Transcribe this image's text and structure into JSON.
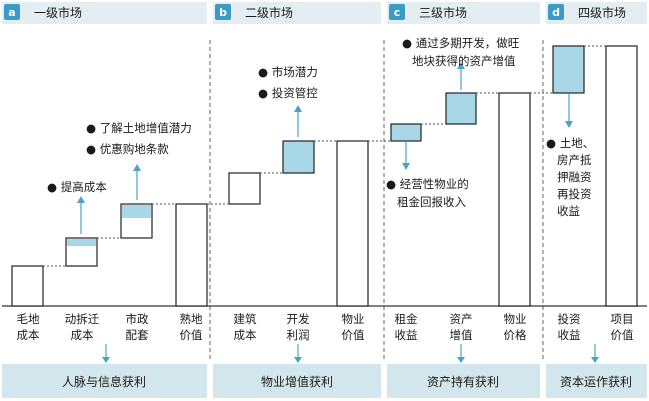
{
  "colors": {
    "header_bg": "#e3edf2",
    "band_bg": "#d3e6ec",
    "badge": "#3a9cc6",
    "accent": "#a8d8e8",
    "arrow": "#4aa3c9"
  },
  "sections": [
    {
      "badge": "a",
      "title": "一级市场"
    },
    {
      "badge": "b",
      "title": "二级市场"
    },
    {
      "badge": "c",
      "title": "三级市场"
    },
    {
      "badge": "d",
      "title": "四级市场"
    }
  ],
  "categories": [
    {
      "line1": "毛地",
      "line2": "成本"
    },
    {
      "line1": "动拆迁",
      "line2": "成本"
    },
    {
      "line1": "市政",
      "line2": "配套"
    },
    {
      "line1": "熟地",
      "line2": "价值"
    },
    {
      "line1": "建筑",
      "line2": "成本"
    },
    {
      "line1": "开发",
      "line2": "利润"
    },
    {
      "line1": "物业",
      "line2": "价值"
    },
    {
      "line1": "租金",
      "line2": "收益"
    },
    {
      "line1": "资产",
      "line2": "增值"
    },
    {
      "line1": "物业",
      "line2": "价格"
    },
    {
      "line1": "投资",
      "line2": "收益"
    },
    {
      "line1": "项目",
      "line2": "价值"
    }
  ],
  "notes": {
    "a1": "● 提高成本",
    "a2": "● 了解土地增值潜力",
    "a3": "● 优惠购地条款",
    "b1": "● 市场潜力",
    "b2": "● 投资管控",
    "c1": "● 通过多期开发，做旺",
    "c2": "地块获得的资产增值",
    "c3": "● 经营性物业的",
    "c4": "租金回报收入",
    "d1": "● 土地、",
    "d2": "房产抵",
    "d3": "押融资",
    "d4": "再投资",
    "d5": "收益"
  },
  "bands": [
    {
      "label": "人脉与信息获利"
    },
    {
      "label": "物业增值获利"
    },
    {
      "label": "资产持有获利"
    },
    {
      "label": "资本运作获利"
    }
  ]
}
